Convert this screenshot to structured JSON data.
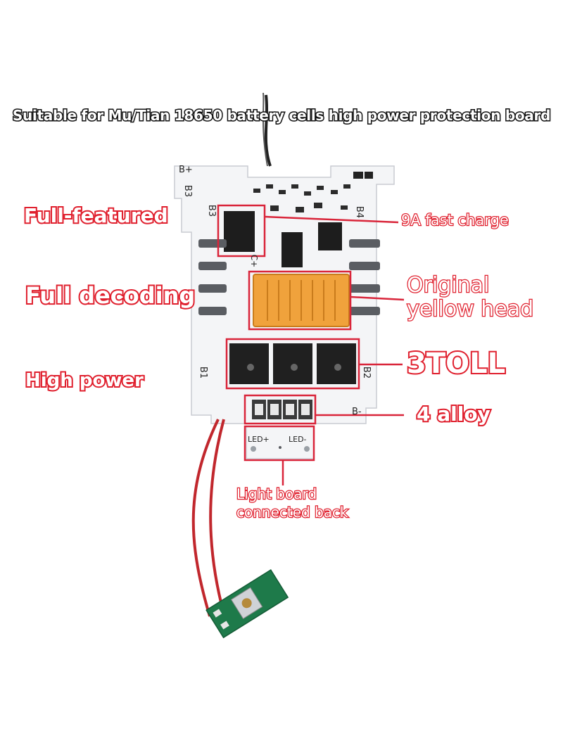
{
  "title": "Suitable for Mu/Tian 18650 battery cells high power protection board",
  "callouts": {
    "full_featured": "Full-featured",
    "full_decoding": "Full decoding",
    "high_power": "High power",
    "fast_charge": "9A fast charge",
    "original_yellow_head_1": "Original",
    "original_yellow_head_2": "yellow head",
    "toll": "3TOLL",
    "alloy": "4 alloy",
    "light_board_1": "Light board",
    "light_board_2": "connected back"
  },
  "board_labels": {
    "b_plus": "B+",
    "b3": "B3",
    "b3b": "B3",
    "b4": "B4",
    "b1": "B1",
    "b2": "B2",
    "b_minus": "B-",
    "led_plus": "LED+",
    "led_minus": "LED-",
    "c_plus": "C+"
  },
  "colors": {
    "accent_red": "#d9253a",
    "connector_orange": "#f0a23c",
    "pcb_green": "#1e7a4a"
  }
}
